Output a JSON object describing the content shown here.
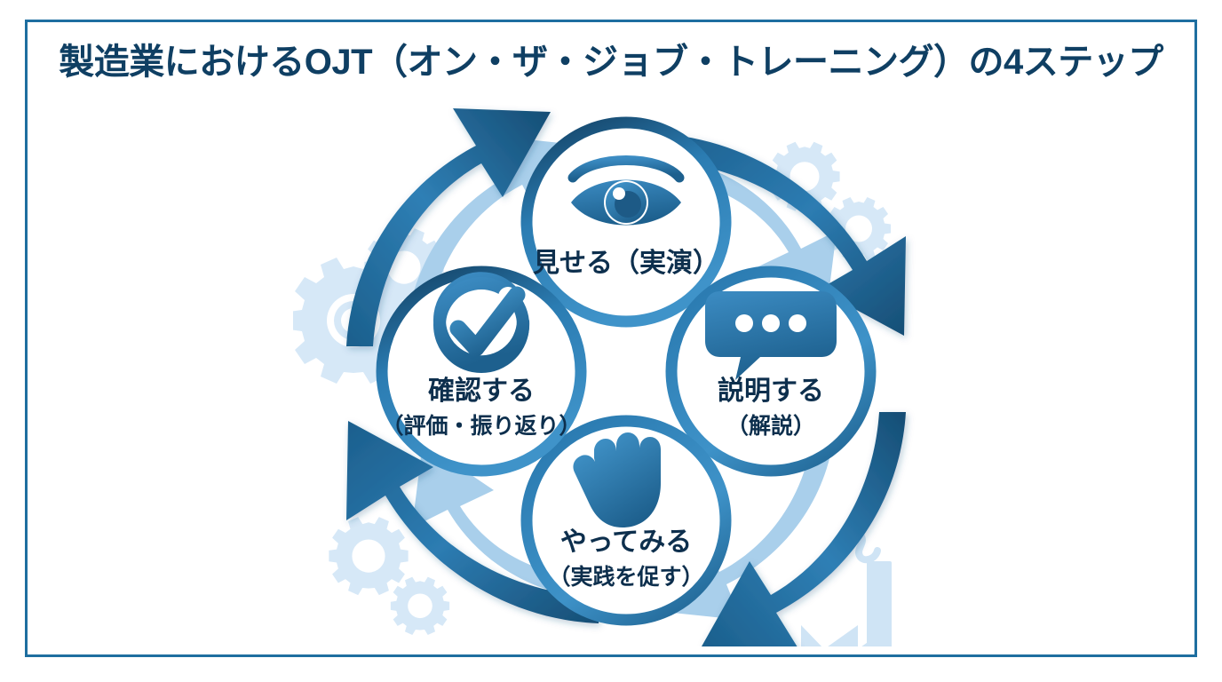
{
  "slide": {
    "title": "製造業におけるOJT（オン・ザ・ジョブ・トレーニング）の4ステップ",
    "border_color": "#1e6ea0",
    "background_color": "#ffffff",
    "title_color": "#0f3f63"
  },
  "diagram": {
    "type": "cycle",
    "direction": "clockwise",
    "step_count": 4,
    "arrow_color_dark": "#1b5f8c",
    "arrow_color_light": "#a9cfeb",
    "circle_ring_color": "#2a7bb0",
    "circle_fill": "#ffffff",
    "icon_color": "#2f7fb5",
    "steps": [
      {
        "position": "top",
        "icon": "eye-icon",
        "line1": "見せる（実演）",
        "line2": ""
      },
      {
        "position": "right",
        "icon": "speech-bubble-icon",
        "line1": "説明する",
        "line2": "（解説）"
      },
      {
        "position": "bottom",
        "icon": "hand-icon",
        "line1": "やってみる",
        "line2": "（実践を促す）"
      },
      {
        "position": "left",
        "icon": "check-circle-icon",
        "line1": "確認する",
        "line2": "（評価・振り返り）"
      }
    ],
    "decorations": [
      {
        "name": "gear-large-top-left",
        "icon": "gear-icon",
        "color": "#d6e8f7"
      },
      {
        "name": "gear-small-top-left",
        "icon": "gear-icon",
        "color": "#d6e8f7"
      },
      {
        "name": "gear-top-right-a",
        "icon": "gear-icon",
        "color": "#d6e8f7"
      },
      {
        "name": "gear-top-right-b",
        "icon": "gear-icon",
        "color": "#d6e8f7"
      },
      {
        "name": "gear-bottom-left-a",
        "icon": "gear-icon",
        "color": "#d6e8f7"
      },
      {
        "name": "gear-bottom-left-b",
        "icon": "gear-icon",
        "color": "#d6e8f7"
      },
      {
        "name": "factory",
        "icon": "factory-icon",
        "color": "#cfe4f5"
      }
    ]
  }
}
